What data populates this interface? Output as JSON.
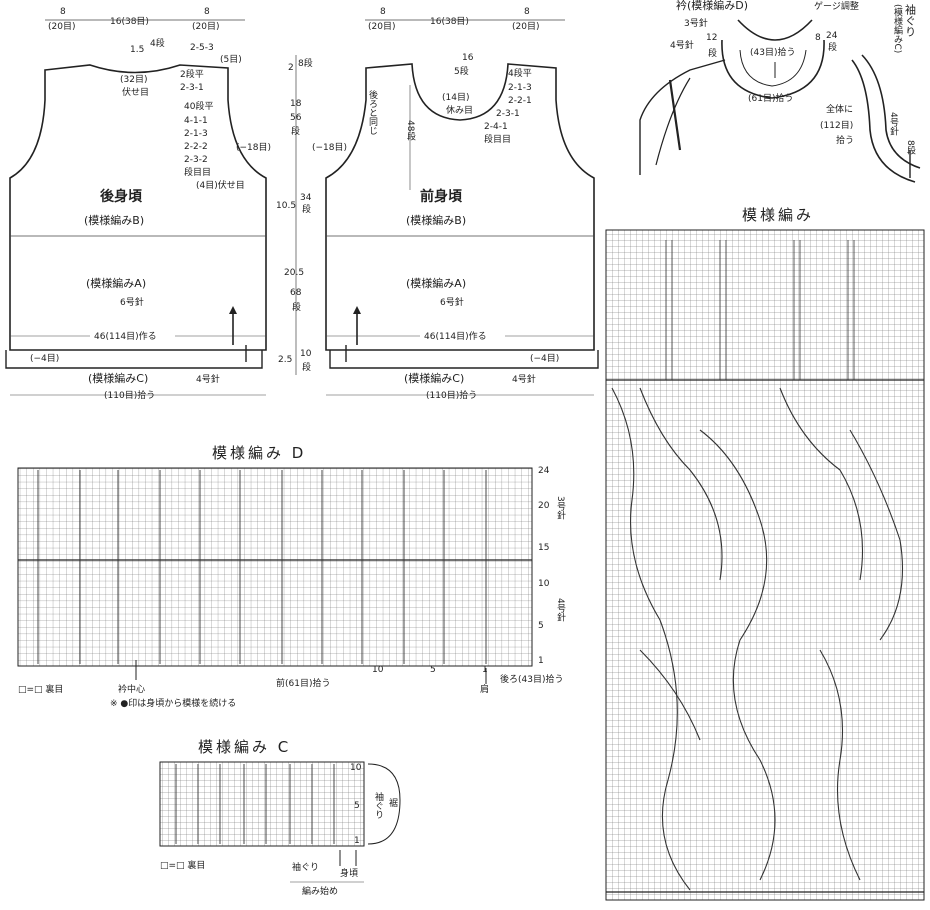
{
  "back": {
    "top_dims": [
      "8",
      "(20目)",
      "16(38目)",
      "8",
      "(20目)"
    ],
    "neck_label1": "1.5",
    "neck_label2": "4段",
    "neck_label3": "(32目)",
    "neck_label4": "伏せ目",
    "neck_shaping": [
      "2-5-3",
      "(5目)",
      "2段平",
      "2-3-1"
    ],
    "armhole_shaping": [
      "40段平",
      "4-1-1",
      "2-1-3",
      "2-2-2",
      "2-3-2",
      "段目目",
      "(4目)伏せ目"
    ],
    "title": "後身頃",
    "pattern_b": "(模様編みB)",
    "pattern_a": "(模様編みA)",
    "needle_a": "6号針",
    "width_label": "46(114目)作る",
    "hem_label": "(−4目)",
    "pattern_c": "(模様編みC)",
    "needle_c": "4号針",
    "pickup": "(110目)拾う",
    "side_dec": "(−18目)"
  },
  "center_dims": [
    "2",
    "8段",
    "18",
    "56",
    "段",
    "10.5",
    "34",
    "段",
    "20.5",
    "68",
    "段",
    "2.5",
    "10",
    "段"
  ],
  "front": {
    "top_dims": [
      "8",
      "(20目)",
      "16(38目)",
      "8",
      "(20目)"
    ],
    "neck_dims": [
      "16",
      "5段"
    ],
    "neck_center": [
      "(14目)",
      "休み目"
    ],
    "neck_shaping": [
      "4段平",
      "2-1-3",
      "2-2-1",
      "2-3-1",
      "2-4-1",
      "段目目"
    ],
    "same_as_back": "後ろと同じ",
    "depth": "48段",
    "title": "前身頃",
    "pattern_b": "(模様編みB)",
    "pattern_a": "(模様編みA)",
    "needle_a": "6号針",
    "width_label": "46(114目)作る",
    "hem_label": "(−4目)",
    "pattern_c": "(模様編みC)",
    "needle_c": "4号針",
    "pickup": "(110目)拾う",
    "side_dec": "(−18目)"
  },
  "collar": {
    "title": "衿(模様編みD)",
    "gauge": "ゲージ調整",
    "needle": "3号針",
    "needle4": "4号針",
    "dims": [
      "12",
      "段",
      "8",
      "24",
      "段"
    ],
    "pickup43": "(43目)拾う",
    "pickup61": "(61目)拾う"
  },
  "sleeve": {
    "title": "袖ぐり",
    "pattern": "(模様編みC)",
    "total": "全体に",
    "pickup": "(112目)",
    "pickup2": "拾う",
    "needle": "4号針",
    "rows": "8段"
  },
  "chart_main": {
    "title": "模様編み"
  },
  "chart_d": {
    "title": "模様編み D",
    "row_numbers": [
      "24",
      "20",
      "15",
      "10",
      "5",
      "1"
    ],
    "side_labels": [
      "3号針",
      "4号針"
    ],
    "legend": "□=□ 裏目",
    "center_label": "衿中心",
    "front_label": "前(61目)拾う",
    "col_numbers": [
      "10",
      "5",
      "1"
    ],
    "shoulder": "肩",
    "back_label": "後ろ(43目)拾う",
    "note": "※ ●印は身頃から模様を続ける"
  },
  "chart_c": {
    "title": "模様編み C",
    "row_numbers": [
      "10",
      "5",
      "1"
    ],
    "side_label1": "袖ぐり",
    "side_label2": "裾",
    "legend": "□=□ 裏目",
    "bottom_label1": "袖ぐり",
    "bottom_label2": "身頃",
    "start": "編み始め"
  }
}
